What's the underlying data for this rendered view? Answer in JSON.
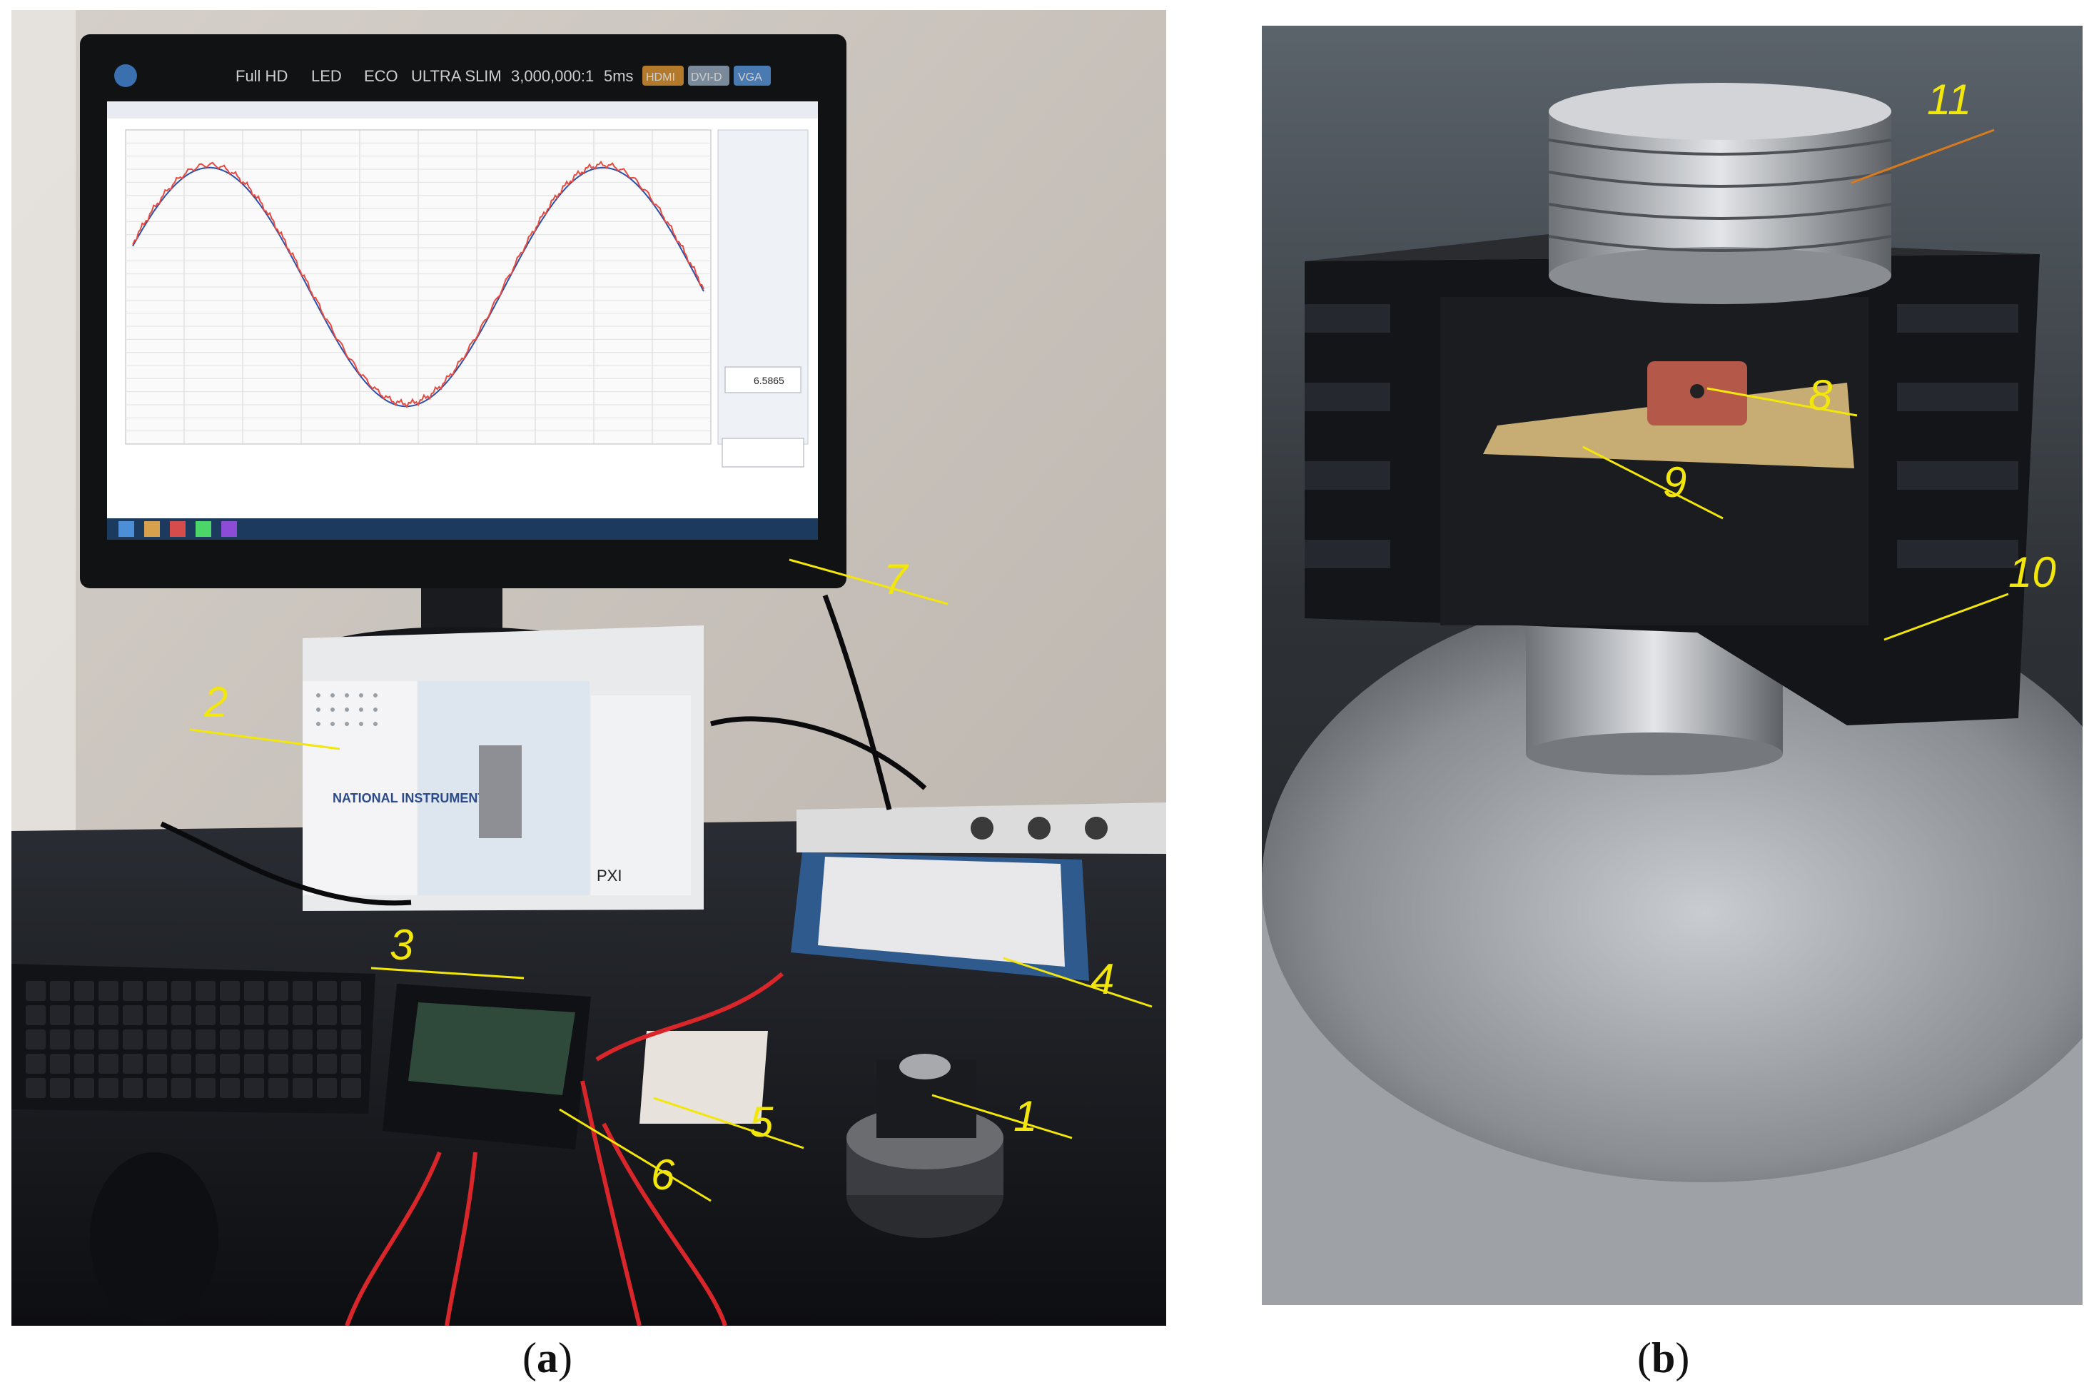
{
  "panel_a": {
    "caption_open": "(",
    "caption_letter": "a",
    "caption_close": ")",
    "labels": [
      "1",
      "2",
      "3",
      "4",
      "5",
      "6",
      "7"
    ],
    "monitor_brand_strip": [
      "Full HD",
      "LED",
      "ECO",
      "ULTRA SLIM",
      "3,000,000:1",
      "5ms",
      "HDMI",
      "DVI-D",
      "VGA"
    ],
    "chassis_text": "NATIONAL INSTRUMENTS",
    "chassis_model": "PXI",
    "plot_readout": "6.5865",
    "plot_series_colors": [
      "#e84a3f",
      "#2d4fa8"
    ]
  },
  "panel_b": {
    "caption_open": "(",
    "caption_letter": "b",
    "caption_close": ")",
    "labels": [
      "8",
      "9",
      "10",
      "11"
    ]
  },
  "colors": {
    "label_yellow": "#f2e60a",
    "cable_red": "#d8262a"
  }
}
